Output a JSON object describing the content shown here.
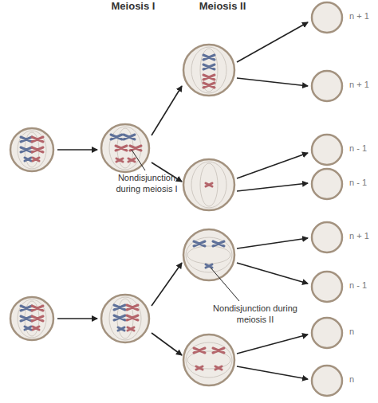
{
  "diagram": {
    "nodes": [
      {
        "text": [
          "n + 1"
        ]
      },
      {
        "text": [
          "n + 1"
        ]
      },
      {
        "text": [
          "n - 1"
        ]
      },
      {
        "text": [
          "n - 1"
        ]
      },
      {
        "text": [
          "n + 1"
        ]
      },
      {
        "text": [
          "n - 1"
        ]
      },
      {
        "text": [
          "n"
        ]
      },
      {
        "text": [
          "n"
        ]
      }
    ],
    "labels": [
      "Meiosis I",
      "Meiosis II",
      "Nondisjunction during meiosis I",
      "Nondisjunction during meiosis II"
    ]
  }
}
